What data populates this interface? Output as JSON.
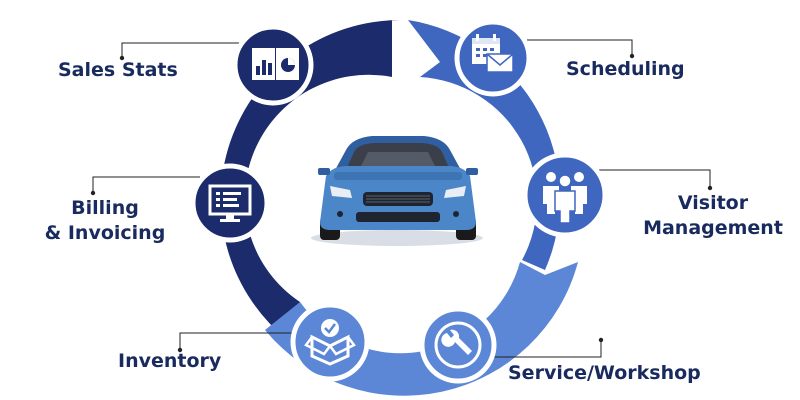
{
  "colors": {
    "dark_navy": "#1b2b6b",
    "mid_blue": "#3f67c0",
    "light_blue": "#5c86d6",
    "label_text": "#182a5e",
    "icon_white": "#ffffff",
    "car_body": "#4a86c8"
  },
  "modules": [
    {
      "label": "Sales Stats",
      "icon": "report-chart-icon"
    },
    {
      "label": "Scheduling",
      "icon": "calendar-mail-icon"
    },
    {
      "label": "Billing",
      "label2": "& Invoicing",
      "icon": "monitor-invoice-icon"
    },
    {
      "label": "Visitor",
      "label2": "Management",
      "icon": "people-group-icon"
    },
    {
      "label": "Inventory",
      "icon": "box-check-icon"
    },
    {
      "label": "Service/Workshop",
      "icon": "wrench-gear-icon"
    }
  ],
  "center": {
    "icon": "car-icon"
  }
}
